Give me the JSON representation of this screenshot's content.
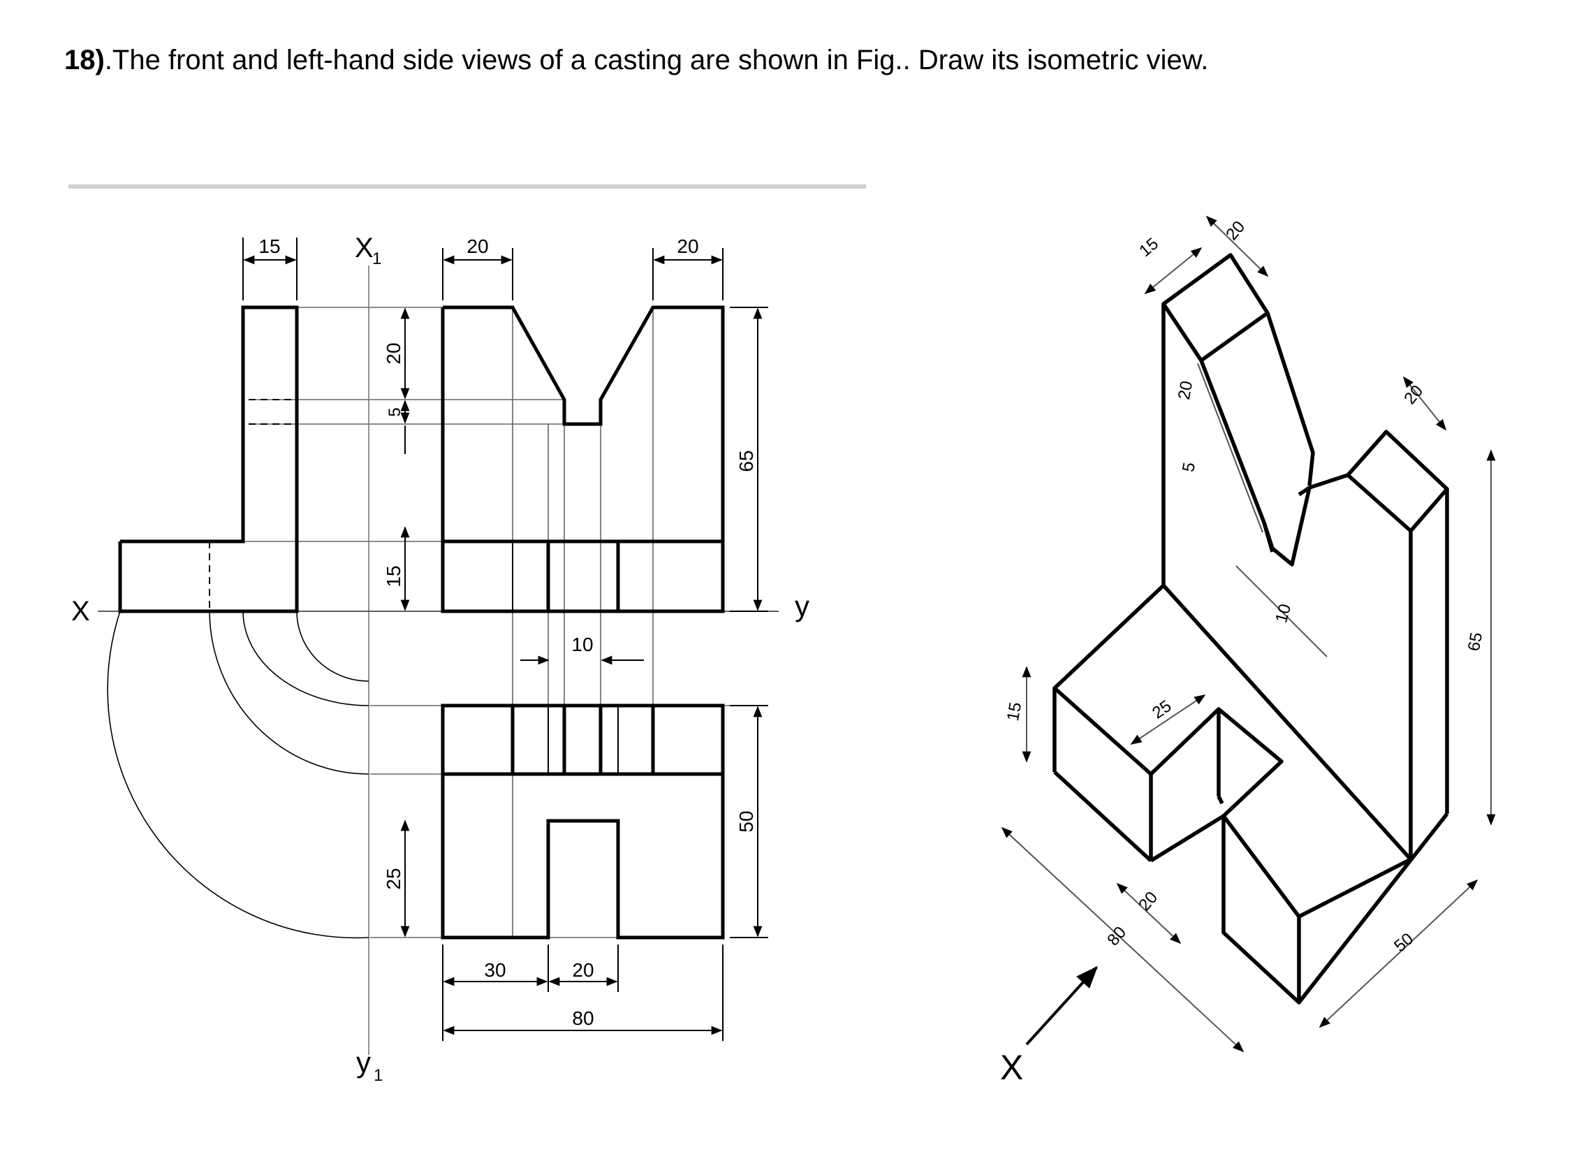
{
  "question": {
    "number": "18)",
    "text": ".The front and left-hand side views of a casting are shown in Fig.. Draw its isometric view."
  },
  "orthographic": {
    "ref_x": "X",
    "ref_y": "y",
    "ref_x1": "X",
    "ref_x1_sub": "1",
    "ref_y1": "y",
    "ref_y1_sub": "1",
    "dims": {
      "side_top_width": "15",
      "front_left_top": "20",
      "front_right_top": "20",
      "vgroove_depth": "20",
      "vgroove_flat": "5",
      "base_height": "15",
      "overall_height": "65",
      "slot_width": "10",
      "plan_depth": "50",
      "notch_depth": "25",
      "offset_left": "30",
      "notch_width": "20",
      "overall_width": "80"
    }
  },
  "isometric": {
    "view_arrow_label": "X",
    "dims": {
      "top_15": "15",
      "top_20": "20",
      "slope_20": "20",
      "slope_5": "5",
      "slot_10": "10",
      "right_top_20": "20",
      "height_65": "65",
      "base_15": "15",
      "notch_25": "25",
      "notch_20": "20",
      "length_80": "80",
      "depth_50": "50"
    }
  }
}
